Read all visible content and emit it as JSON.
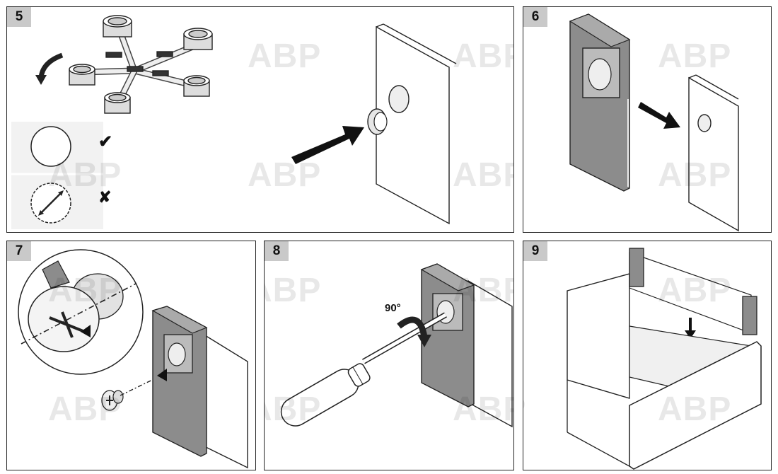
{
  "steps": {
    "s5": "5",
    "s6": "6",
    "s7": "7",
    "s8": "8",
    "s9": "9"
  },
  "rotation_label": "90°",
  "watermark": "ABP",
  "symbols": {
    "correct": "✔",
    "incorrect": "✘"
  },
  "colors": {
    "frame": "#222222",
    "badge": "#c9c9c9",
    "part_gray": "#8c8c8c",
    "arrow": "#111111"
  }
}
